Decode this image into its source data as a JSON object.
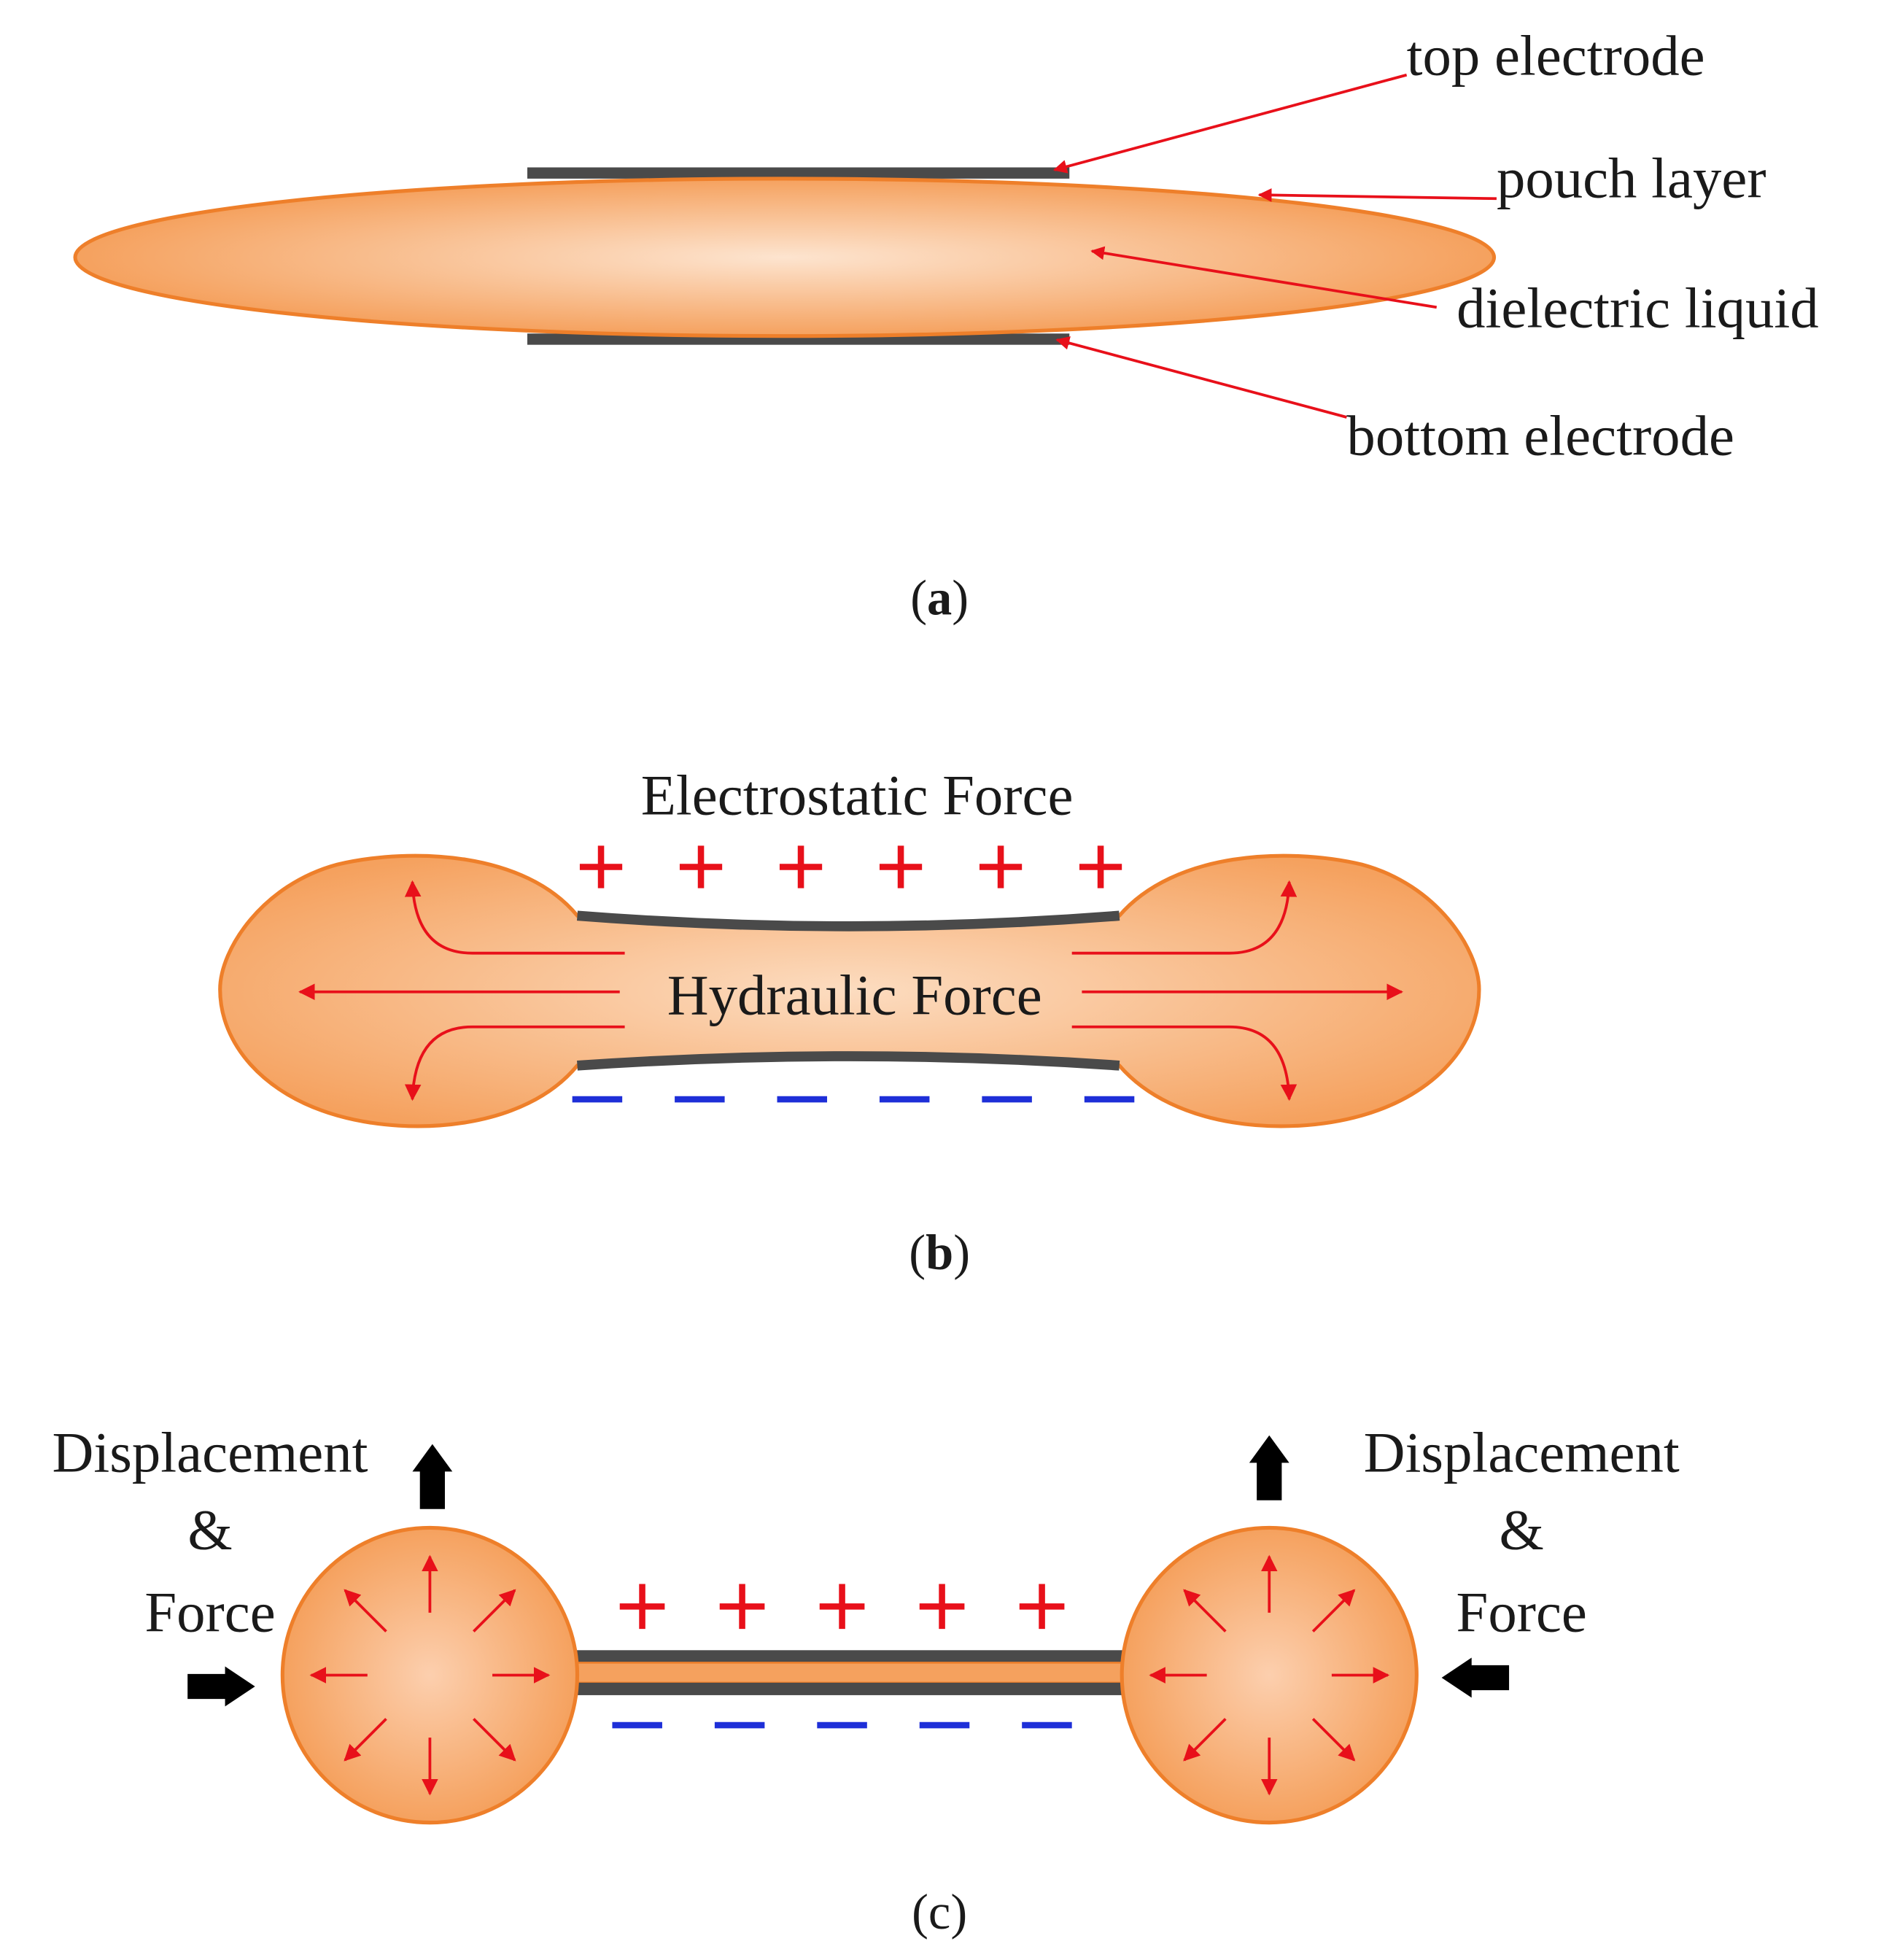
{
  "colors": {
    "body_fill": "#f5a15e",
    "body_highlight": "#fde4cf",
    "outline": "#ee7f2a",
    "electrode": "#4a4a4a",
    "red": "#e8101a",
    "blue": "#1e2fd8",
    "black": "#000000"
  },
  "panel_a": {
    "labels": {
      "top_electrode": "top electrode",
      "pouch_layer": "pouch layer",
      "dielectric_liquid": "dielectric liquid",
      "bottom_electrode": "bottom electrode"
    },
    "caption": {
      "open": "(",
      "letter": "a",
      "close": ")"
    }
  },
  "panel_b": {
    "electrostatic_label": "Electrostatic Force",
    "hydraulic_label": "Hydraulic Force",
    "plus_sign": "+",
    "caption": {
      "open": "(",
      "letter": "b",
      "close": ")"
    }
  },
  "panel_c": {
    "left": {
      "line1": "Displacement",
      "line2": "&",
      "line3": "Force"
    },
    "right": {
      "line1": "Displacement",
      "line2": "&",
      "line3": "Force"
    },
    "plus_sign": "+",
    "caption": "(c)"
  }
}
